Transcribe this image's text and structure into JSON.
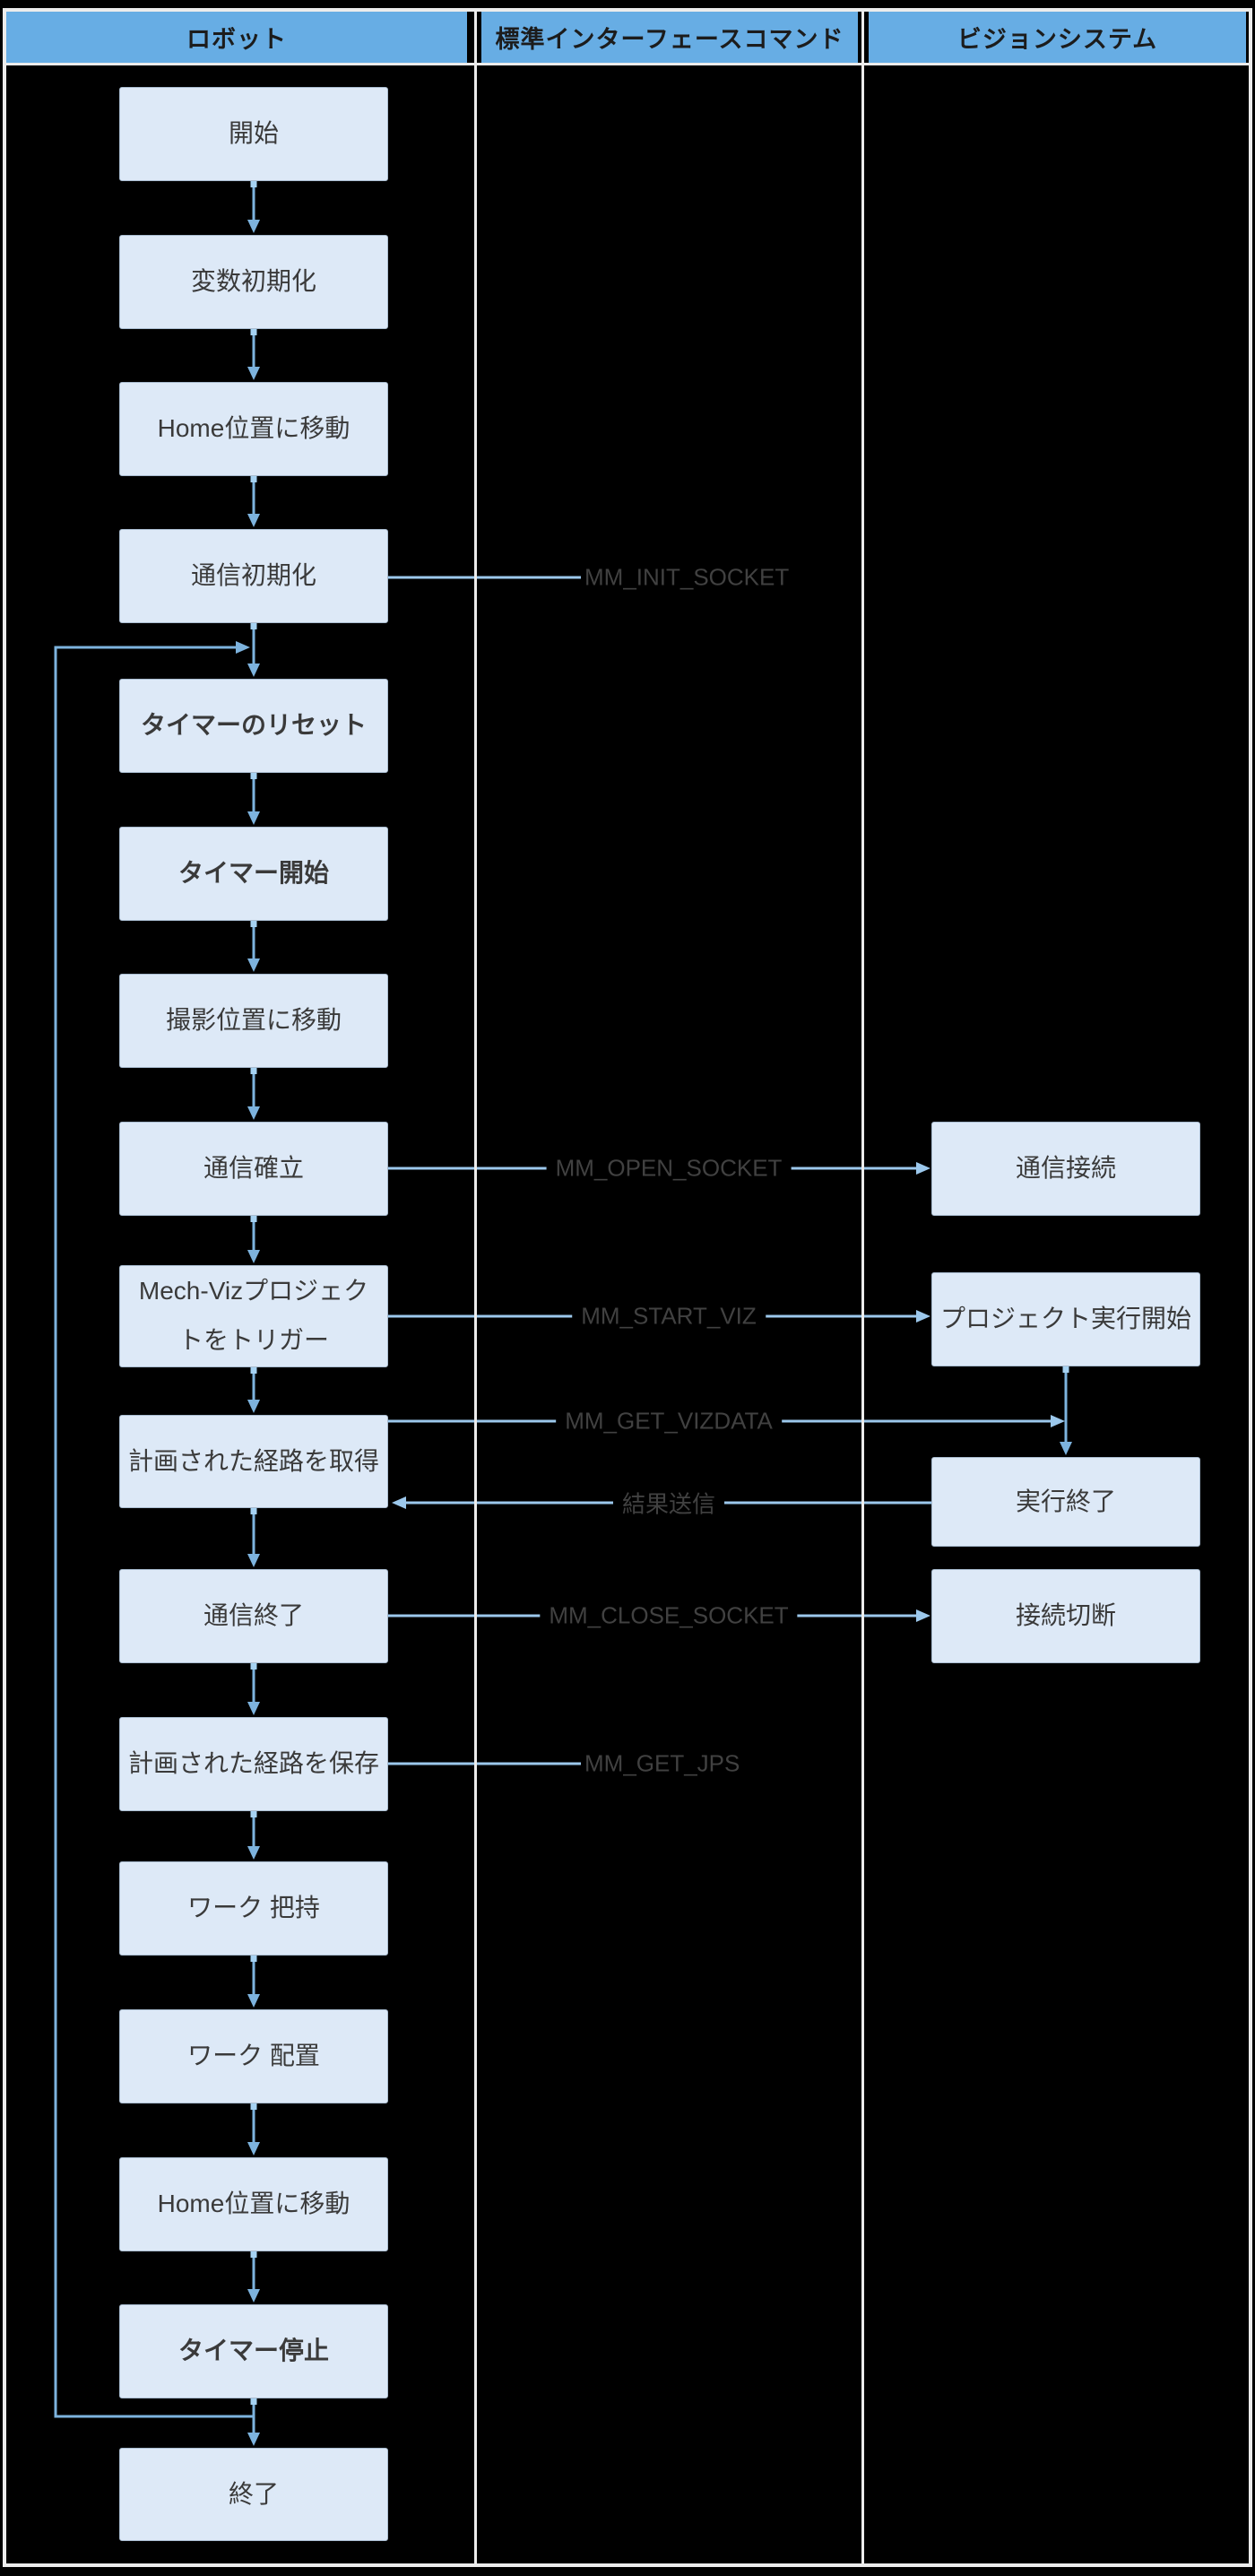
{
  "header": {
    "columns": [
      {
        "label": "ロボット"
      },
      {
        "label": "標準インターフェースコマンド"
      },
      {
        "label": "ビジョンシステム"
      }
    ]
  },
  "robot_flow": [
    {
      "label": "開始"
    },
    {
      "label": "変数初期化"
    },
    {
      "label": "Home位置に移動"
    },
    {
      "label": "通信初期化"
    },
    {
      "label": "タイマーのリセット"
    },
    {
      "label": "タイマー開始"
    },
    {
      "label": "撮影位置に移動"
    },
    {
      "label": "通信確立"
    },
    {
      "label": "Mech-Vizプロジェク\nトをトリガー"
    },
    {
      "label": "計画された経路を取得"
    },
    {
      "label": "通信終了"
    },
    {
      "label": "計画された経路を保存"
    },
    {
      "label": "ワーク 把持"
    },
    {
      "label": "ワーク 配置"
    },
    {
      "label": "Home位置に移動"
    },
    {
      "label": "タイマー停止"
    },
    {
      "label": "終了"
    }
  ],
  "vision_flow": [
    {
      "label": "通信接続"
    },
    {
      "label": "プロジェクト実行開始"
    },
    {
      "label": "実行終了"
    },
    {
      "label": "接続切断"
    }
  ],
  "command_labels": {
    "init_socket": "MM_INIT_SOCKET",
    "open_socket": "MM_OPEN_SOCKET",
    "start_viz": "MM_START_VIZ",
    "get_vizdata": "MM_GET_VIZDATA",
    "result_send": "結果送信",
    "close_socket": "MM_CLOSE_SOCKET",
    "get_jps": "MM_GET_JPS"
  },
  "colors": {
    "background": "#000000",
    "lane_header_fill": "#67ade4",
    "node_fill": "#dde9f7",
    "node_border": "#a9bcd0",
    "flow_arrow": "#7db3de",
    "command_arrow": "#9cc8ec",
    "command_text": "#414141",
    "node_text": "#3a3a3a",
    "frame_line": "#ececec"
  }
}
